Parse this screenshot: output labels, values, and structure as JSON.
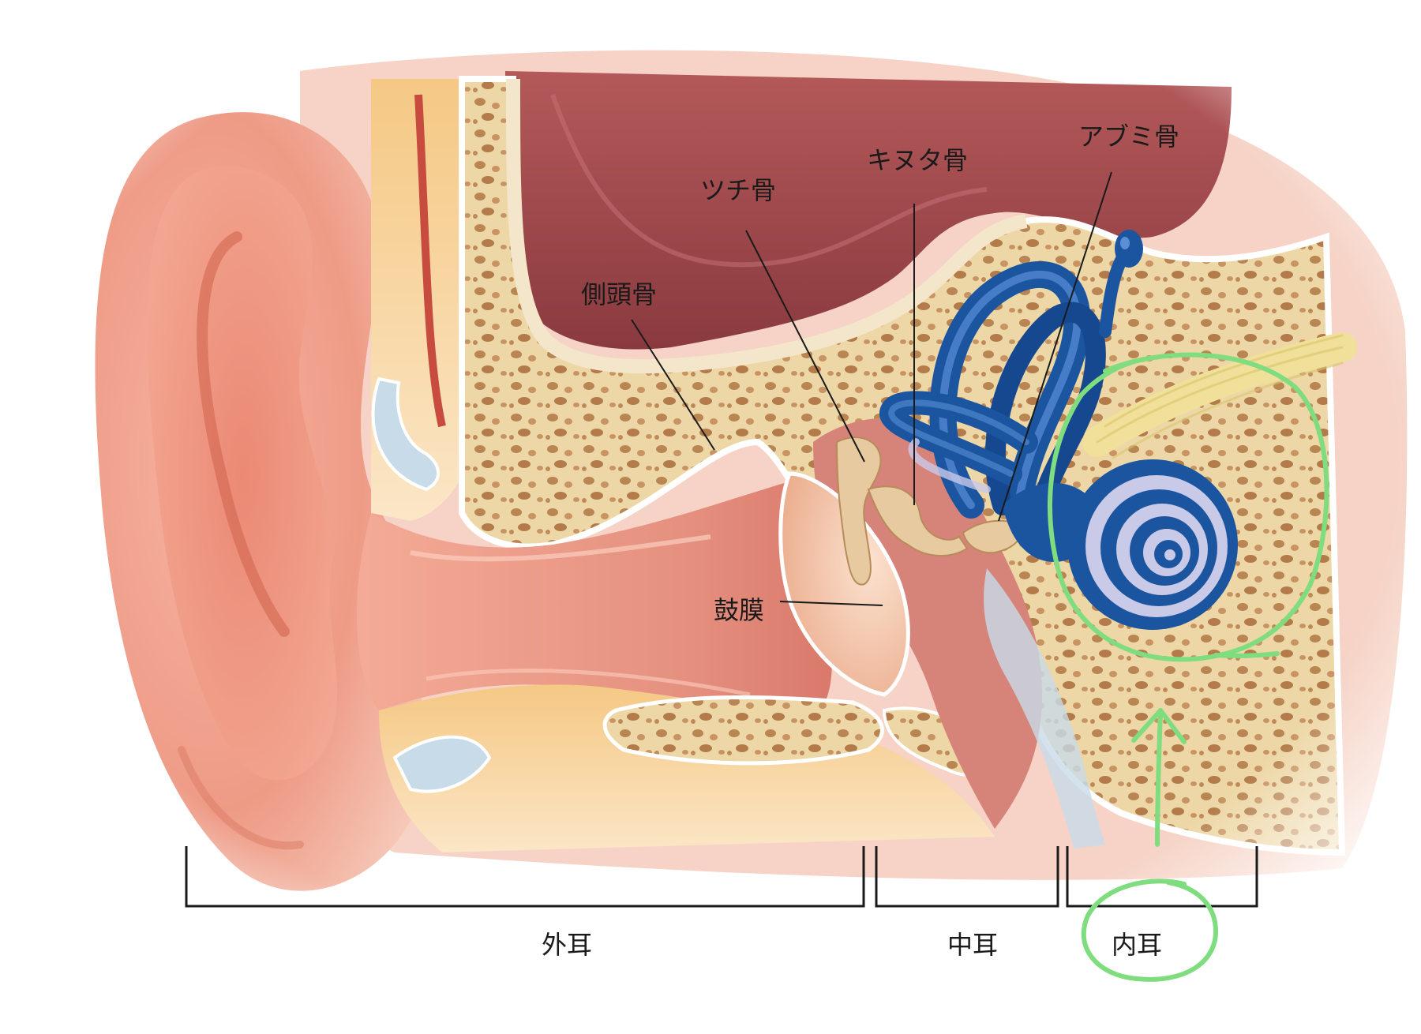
{
  "labels": {
    "temporal_bone": "側頭骨",
    "malleus": "ツチ骨",
    "incus": "キヌタ骨",
    "stapes": "アブミ骨",
    "eardrum": "鼓膜"
  },
  "sections": {
    "outer_ear": "外耳",
    "middle_ear": "中耳",
    "inner_ear": "内耳"
  },
  "colors": {
    "skin": "#f2a28e",
    "skin_dark": "#d9705c",
    "bone": "#edd7a6",
    "bone_pore": "#b98552",
    "canal": "#e59282",
    "cranial_cavity": "#a94d4e",
    "labyrinth": "#1b55a0",
    "labyrinth_light": "#c9c9e8",
    "annotation": "#7fdc7f",
    "leader": "#1a1a1a"
  },
  "annotation": {
    "type": "hand-drawn circle and arrow",
    "target": "inner_ear"
  }
}
